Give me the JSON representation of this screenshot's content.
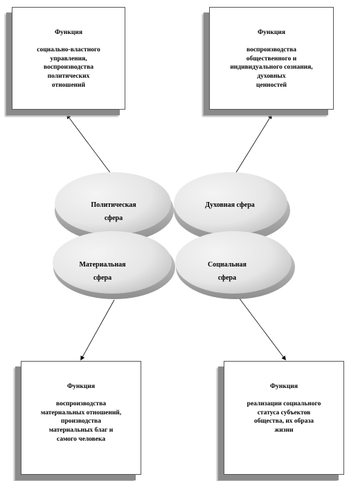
{
  "boxes": {
    "top_left": {
      "title": "Функция",
      "body": "социально-властного\nуправления,\nвоспроизводства\nполитических\nотношений"
    },
    "top_right": {
      "title": "Функция",
      "body": "воспроизводства\nобщественного и\nиндивидуального  сознания,\nдуховных\nценностей"
    },
    "bottom_left": {
      "title": "Функция",
      "body": "воспроизводства\nматериальных  отношений,\nпроизводства\nматериальных  благ и\nсамого человека"
    },
    "bottom_right": {
      "title": "Функция",
      "body": "реализации социального\nстатуса субъектов\nобщества, их образа\nжизни"
    }
  },
  "spheres": {
    "political": "Политическая\nсфера",
    "spiritual": "Духовная  сфера",
    "material": "Материальная\nсфера",
    "social": "Социальная\nсфера"
  },
  "colors": {
    "ellipse_light": "#f2f2f2",
    "ellipse_dark": "#c8c8c8",
    "shadow": "#8a8a8a"
  }
}
